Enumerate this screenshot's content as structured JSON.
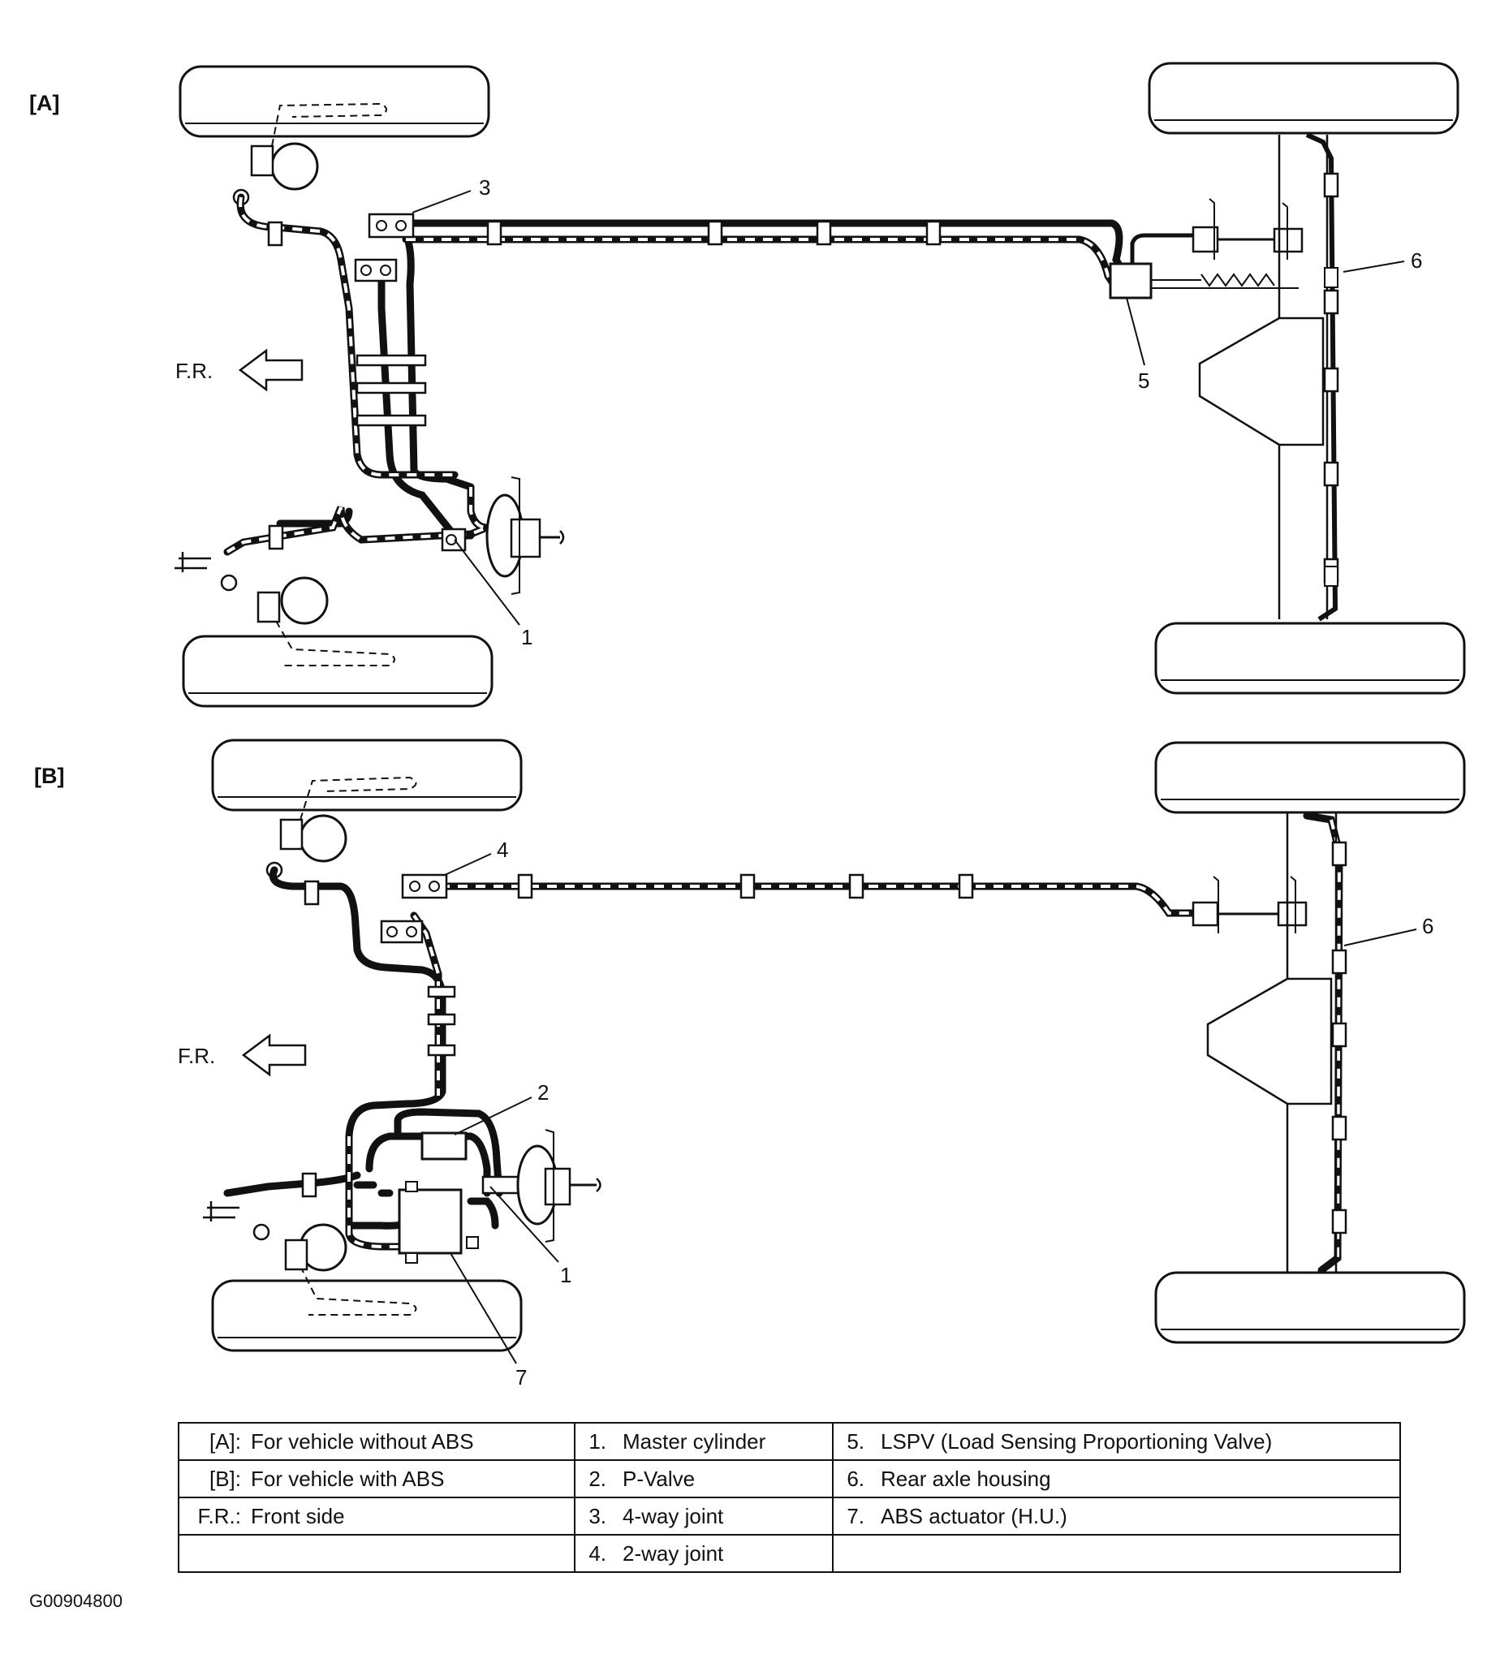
{
  "panels": {
    "a_label": "[A]",
    "b_label": "[B]",
    "front_label": "F.R."
  },
  "callouts": {
    "a_1": "1",
    "a_3": "3",
    "a_5": "5",
    "a_6": "6",
    "b_1": "1",
    "b_2": "2",
    "b_4": "4",
    "b_6": "6",
    "b_7": "7"
  },
  "legend": {
    "rows": [
      {
        "k1": "[A]:",
        "v1": "For vehicle without ABS",
        "k2": "1.",
        "v2": "Master cylinder",
        "k3": "5.",
        "v3": "LSPV (Load Sensing Proportioning Valve)"
      },
      {
        "k1": "[B]:",
        "v1": "For vehicle with ABS",
        "k2": "2.",
        "v2": "P-Valve",
        "k3": "6.",
        "v3": "Rear axle housing"
      },
      {
        "k1": "F.R.:",
        "v1": "Front side",
        "k2": "3.",
        "v2": "4-way joint",
        "k3": "7.",
        "v3": "ABS actuator (H.U.)"
      },
      {
        "k1": "",
        "v1": "",
        "k2": "4.",
        "v2": "2-way joint",
        "k3": "",
        "v3": ""
      }
    ]
  },
  "figure_code": "G00904800"
}
